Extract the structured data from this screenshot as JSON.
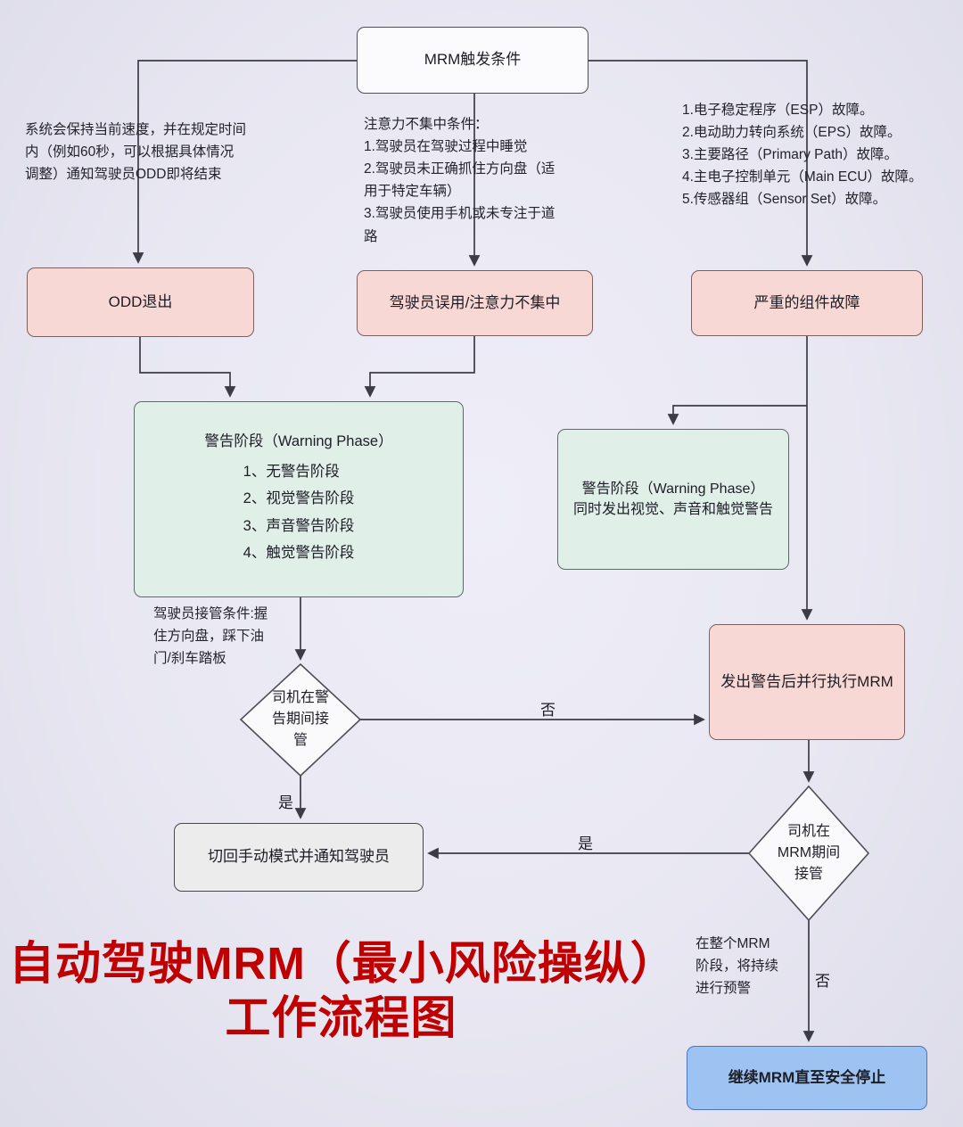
{
  "diagram": {
    "title_line1": "自动驾驶MRM（最小风险操纵）",
    "title_line2": "工作流程图",
    "title_color": "#c00000",
    "node_colors": {
      "pink": "#f8d8d4",
      "green": "#e1efe9",
      "gray": "#ececec",
      "blue": "#9dc3f2",
      "white": "#fbfbfd"
    }
  },
  "nodes": {
    "trigger": "MRM触发条件",
    "odd_exit": "ODD退出",
    "driver_misuse": "驾驶员误用/注意力不集中",
    "component_failure": "严重的组件故障",
    "warning_left_title": "警告阶段（Warning Phase）",
    "warning_left_items": [
      "1、无警告阶段",
      "2、视觉警告阶段",
      "3、声音警告阶段",
      "4、触觉警告阶段"
    ],
    "warning_right": "警告阶段（Warning Phase）\n同时发出视觉、声音和触觉警告",
    "mrm_parallel": "发出警告后并行执行MRM",
    "switch_manual": "切回手动模式并通知驾驶员",
    "decision_warning": "司机在警\n告期间接\n管",
    "decision_mrm": "司机在\nMRM期间\n接管",
    "continue_mrm": "继续MRM直至安全停止"
  },
  "annotations": {
    "odd_note": "系统会保持当前速度，并在规定时间\n内（例如60秒，可以根据具体情况\n调整）通知驾驶员ODD即将结束",
    "attention_note": "注意力不集中条件：\n1.驾驶员在驾驶过程中睡觉\n2.驾驶员未正确抓住方向盘（适\n用于特定车辆）\n3.驾驶员使用手机或未专注于道\n路",
    "failure_note": "1.电子稳定程序（ESP）故障。\n2.电动助力转向系统（EPS）故障。\n3.主要路径（Primary Path）故障。\n4.主电子控制单元（Main ECU）故障。\n5.传感器组（Sensor Set）故障。",
    "takeover_note": "驾驶员接管条件:握\n住方向盘，踩下油\n门/刹车踏板",
    "mrm_phase_note": "在整个MRM\n阶段，将持续\n进行预警"
  },
  "edge_labels": {
    "warning_no": "否",
    "warning_yes": "是",
    "mrm_yes": "是",
    "mrm_no": "否"
  }
}
